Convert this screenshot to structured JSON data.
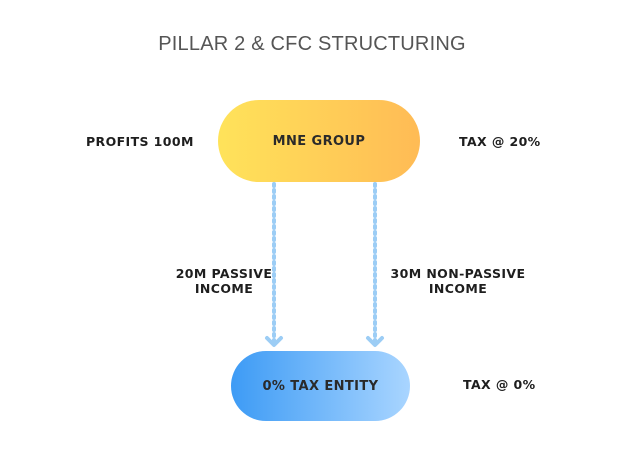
{
  "title": "PILLAR 2 & CFC STRUCTURING",
  "nodes": {
    "parent": {
      "label": "MNE GROUP"
    },
    "subsidiary": {
      "label": "0% TAX ENTITY"
    }
  },
  "side_labels": {
    "profits": "PROFITS 100M",
    "parent_tax": "TAX @ 20%",
    "subsidiary_tax": "TAX @ 0%"
  },
  "flows": {
    "passive": {
      "line1": "20M PASSIVE",
      "line2": "INCOME"
    },
    "non_passive": {
      "line1": "30M NON-PASSIVE",
      "line2": "INCOME"
    }
  },
  "colors": {
    "parent_gradient": [
      "#ffe35a",
      "#ffbb55"
    ],
    "subsidiary_gradient": [
      "#3d9bf5",
      "#a9d5ff"
    ],
    "arrow": "#9ccdf5"
  }
}
